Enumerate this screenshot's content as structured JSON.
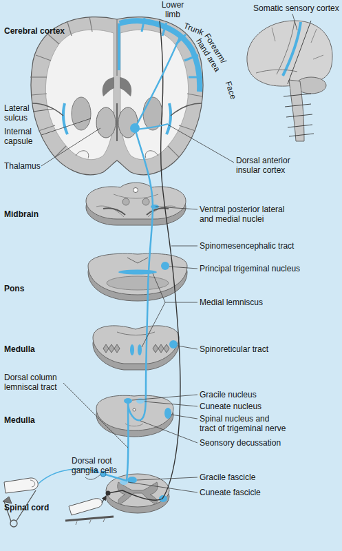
{
  "diagram": {
    "labels": [
      "Lower limb",
      "Somatic sensory cortex",
      "Cerebral cortex",
      "Trunk",
      "Forearm/ hand area",
      "Face",
      "Lateral sulcus",
      "Internal capsule",
      "Dorsal anterior insular cortex",
      "Thalamus",
      "Midbrain",
      "Ventral posterior lateral and medial nuclei",
      "Spinomesencephalic tract",
      "Principal trigeminal nucleus",
      "Pons",
      "Medial lemniscus",
      "Medulla",
      "Spinoreticular tract",
      "Dorsal column lemniscal tract",
      "Gracile nucleus",
      "Cuneate nucleus",
      "Spinal nucleus and tract of trigeminal nerve",
      "Medulla",
      "Seonsory decussation",
      "Dorsal root ganglia cells",
      "Gracile fascicle",
      "Cuneate fascicle",
      "Spinal cord"
    ]
  }
}
